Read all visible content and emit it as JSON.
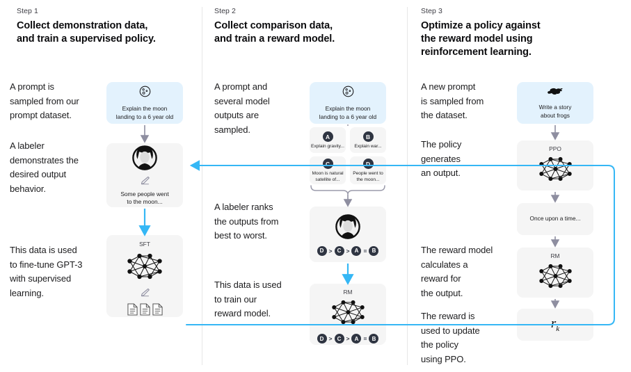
{
  "meta": {
    "diagram_title": "InstructGPT / RLHF three step training diagram",
    "accent_blue": "#35b7f5",
    "arrow_grey": "#8e8ea0",
    "box_blue_bg": "#e3f2fd",
    "box_grey_bg": "#f5f5f5",
    "badge_dark": "#2f3542"
  },
  "columns": [
    {
      "step_label": "Step 1",
      "title": "Collect demonstration data,\nand train a supervised policy.",
      "paragraphs": [
        "A prompt is\nsampled from our\nprompt dataset.",
        "A labeler\ndemonstrates the\ndesired output\nbehavior.",
        "This data is used\nto fine-tune GPT-3\nwith supervised\nlearning."
      ],
      "nodes": [
        {
          "name": "prompt-box",
          "icon": "moon-icon",
          "text": "Explain the moon\nlanding to a 6 year old"
        },
        {
          "name": "labeler-box",
          "icon": "labeler-avatar-icon",
          "text": "Some people went\nto the moon..."
        },
        {
          "name": "sft-box",
          "label": "SFT",
          "icon": "neural-network-icon",
          "text": ""
        }
      ]
    },
    {
      "step_label": "Step 2",
      "title": "Collect comparison data,\nand train a reward model.",
      "paragraphs": [
        "A prompt and\nseveral model\noutputs are\nsampled.",
        "A labeler ranks\nthe outputs from\nbest to worst.",
        "This data is used\nto train our\nreward model."
      ],
      "nodes": [
        {
          "name": "prompt-box",
          "icon": "moon-icon",
          "text": "Explain the moon\nlanding to a 6 year old"
        },
        {
          "name": "ranking-box",
          "icon": "labeler-avatar-icon",
          "text": ""
        },
        {
          "name": "rm-box",
          "label": "RM",
          "icon": "neural-network-icon",
          "text": ""
        }
      ],
      "options": [
        {
          "badge": "A",
          "text": "Explain gravity..."
        },
        {
          "badge": "B",
          "text": "Explain war..."
        },
        {
          "badge": "C",
          "text": "Moon is natural\nsatellite of..."
        },
        {
          "badge": "D",
          "text": "People went to\nthe moon..."
        }
      ],
      "ranking": [
        "D",
        ">",
        "C",
        ">",
        "A",
        "=",
        "B"
      ]
    },
    {
      "step_label": "Step 3",
      "title": "Optimize a policy against\nthe reward model using\nreinforcement learning.",
      "paragraphs": [
        "A new prompt\nis sampled from\nthe dataset.",
        "The policy\ngenerates\nan output.",
        "The reward model\ncalculates a\nreward for\nthe output.",
        "The reward is\nused to update\nthe policy\nusing PPO."
      ],
      "nodes": [
        {
          "name": "prompt-box",
          "icon": "frog-icon",
          "text": "Write a story\nabout frogs"
        },
        {
          "name": "ppo-box",
          "label": "PPO",
          "icon": "neural-network-icon",
          "text": ""
        },
        {
          "name": "output-box",
          "text": "Once upon a time..."
        },
        {
          "name": "rm-box",
          "label": "RM",
          "icon": "neural-network-icon",
          "text": ""
        },
        {
          "name": "reward-box",
          "text": "r",
          "subscript": "k"
        }
      ]
    }
  ]
}
